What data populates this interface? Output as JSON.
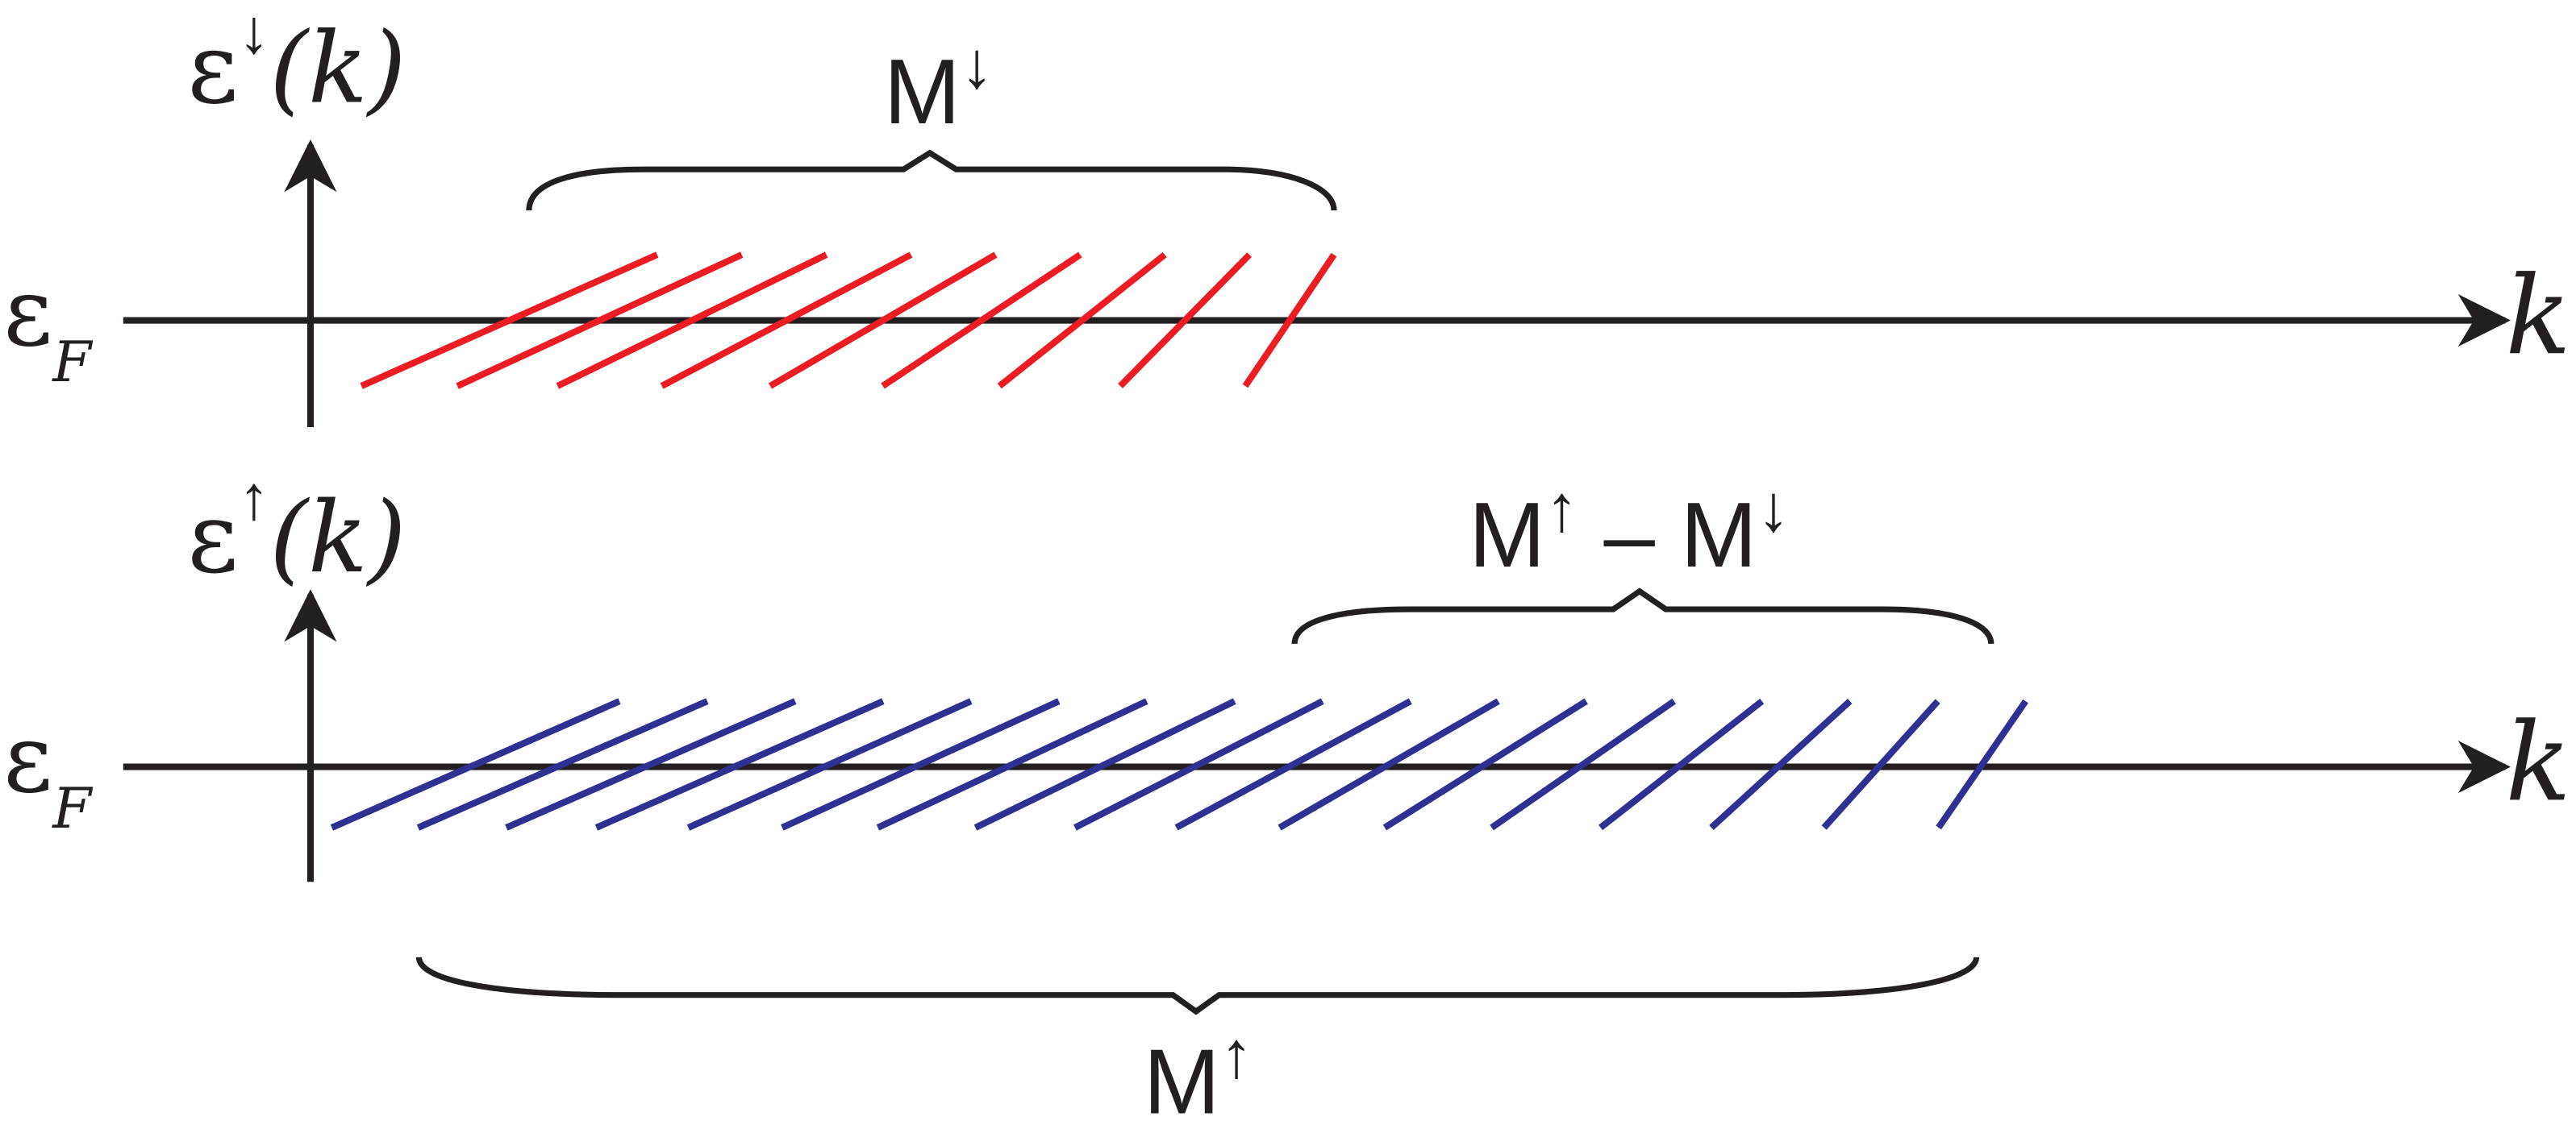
{
  "colors": {
    "spin_down_lines": "#ed1c24",
    "spin_up_lines": "#2e3192",
    "axes": "#231f20"
  },
  "top_panel": {
    "energy_symbol": "ε",
    "spin_arrow": "↓",
    "energy_arg": "(k)",
    "fermi_symbol": "ε",
    "fermi_subscript": "F",
    "k_axis_label": "k",
    "brace_label": "M",
    "brace_label_arrow": "↓",
    "line_count": 9
  },
  "bottom_panel": {
    "energy_symbol": "ε",
    "spin_arrow": "↑",
    "energy_arg": "(k)",
    "fermi_symbol": "ε",
    "fermi_subscript": "F",
    "k_axis_label": "k",
    "upper_brace_label": "M",
    "upper_brace_arrow1": "↑",
    "upper_brace_minus": " – M",
    "upper_brace_arrow2": "↓",
    "lower_brace_label": "M",
    "lower_brace_arrow": "↑",
    "line_count": 17
  }
}
